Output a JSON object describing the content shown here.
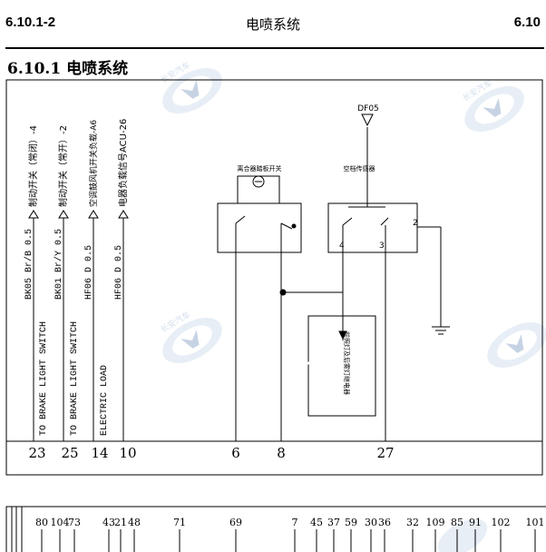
{
  "header": {
    "left": "6.10.1-2",
    "center": "电喷系统",
    "right": "6.10"
  },
  "section_title": "6.10.1  电喷系统",
  "diagram": {
    "connector_top": "DF05",
    "switch_left_label": "离合器踏板开关",
    "switch_right_label": "空档传感器",
    "module_label": "前照灯及后雾灯继电器",
    "pin_2": "2",
    "pin_4": "4",
    "pin_3": "3",
    "wires": [
      {
        "name_cn": "制动开关（常闭）-4",
        "code": "BK05 Br/B 0.5",
        "dest": "TO BRAKE LIGHT SWITCH",
        "pin": "23"
      },
      {
        "name_cn": "制动开关（常开）-2",
        "code": "BK01 Br/Y 0.5",
        "dest": "TO BRAKE LIGHT SWITCH",
        "pin": "25"
      },
      {
        "name_cn": "空调鼓风机开关负载-A6",
        "code": "HF06 D 0.5",
        "dest": "ELECTRIC LOAD",
        "pin": "14"
      },
      {
        "name_cn": "电器负载信号ACU-26",
        "code": "HF06 D 0.5",
        "dest": "",
        "pin": "10"
      }
    ],
    "pins_right": [
      "6",
      "8",
      "27"
    ]
  },
  "bottom_strip": {
    "numbers": [
      "80",
      "104",
      "73",
      "43",
      "21",
      "48",
      "71",
      "69",
      "7",
      "45",
      "37",
      "59",
      "30",
      "36",
      "32",
      "109",
      "85",
      "91",
      "102",
      "101"
    ]
  },
  "colors": {
    "line": "#000000",
    "watermark": "#9fb8d6"
  }
}
